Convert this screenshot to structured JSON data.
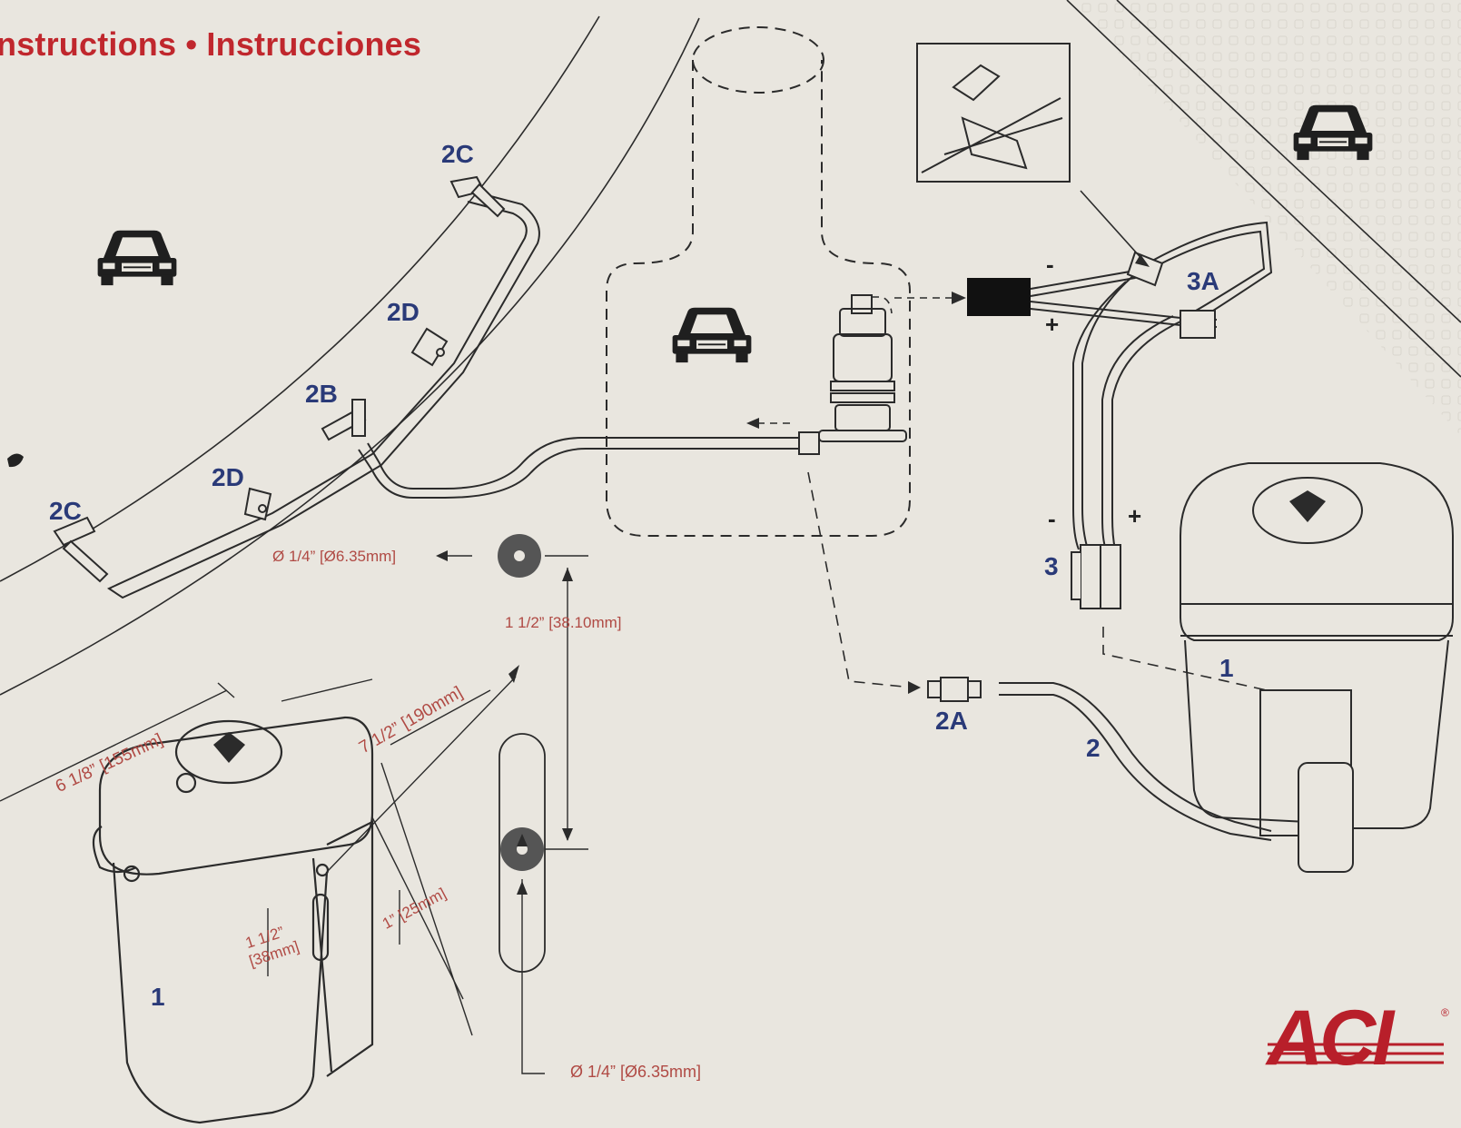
{
  "header": {
    "title": "nstructions • Instrucciones"
  },
  "colors": {
    "title_red": "#c0272d",
    "label_blue": "#2a3a78",
    "dimension_red": "#b04a44",
    "line_dark": "#2b2b2b",
    "paper": "#e9e6df",
    "logo_red": "#b81f2a"
  },
  "parts": {
    "reservoir": "1",
    "hose": "2",
    "hose_connector": "2A",
    "tee_fitting": "2B",
    "nozzle_left": "2C",
    "nozzle_top": "2C",
    "hose_clip_upper": "2D",
    "hose_clip_lower": "2D",
    "wire_harness": "3",
    "splice_connector": "3A",
    "reservoir_lower": "1"
  },
  "polarity": {
    "minus_top": "-",
    "plus_top": "+",
    "minus_bottom": "-",
    "plus_bottom": "+"
  },
  "dimensions": {
    "width": "6 1/8” [155mm]",
    "depth": "7 1/2” [190mm]",
    "hole_top": "Ø 1/4” [Ø6.35mm]",
    "hole_spacing": "1 1/2”  [38.10mm]",
    "hole_bottom": "Ø 1/4”  [Ø6.35mm]",
    "slot_height_line1": "1 1/2”",
    "slot_height_line2": "[38mm]",
    "slot_width": "1” [25mm]"
  },
  "icons": [
    "car-front-icon",
    "car-front-icon",
    "car-front-icon",
    "car-front-icon"
  ],
  "logo": {
    "text": "ACI",
    "mark": "®"
  }
}
